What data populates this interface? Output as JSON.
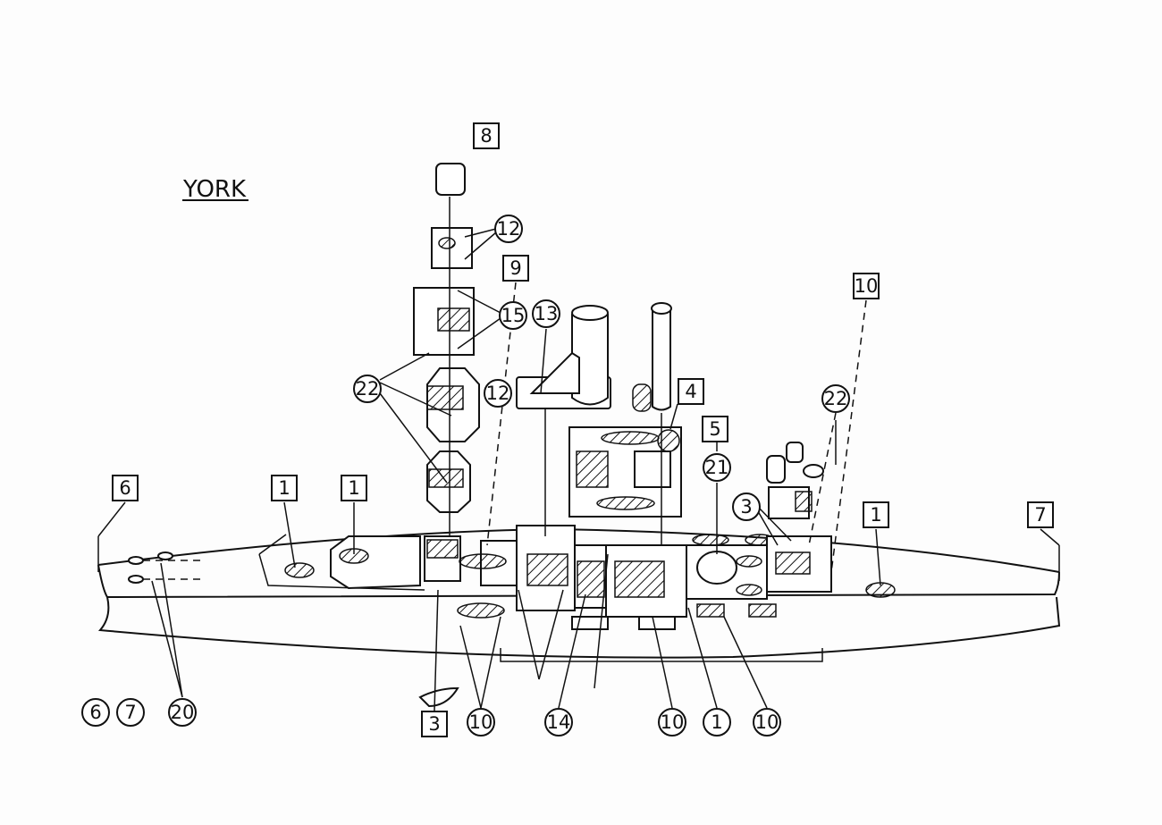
{
  "title": "YORK",
  "box_labels": [
    "8",
    "9",
    "10",
    "6",
    "1",
    "1",
    "4",
    "5",
    "1",
    "7",
    "3"
  ],
  "circle_labels": [
    "12",
    "15",
    "13",
    "22",
    "12",
    "21",
    "3",
    "22",
    "6",
    "7",
    "20",
    "10",
    "14",
    "10",
    "1",
    "10"
  ]
}
